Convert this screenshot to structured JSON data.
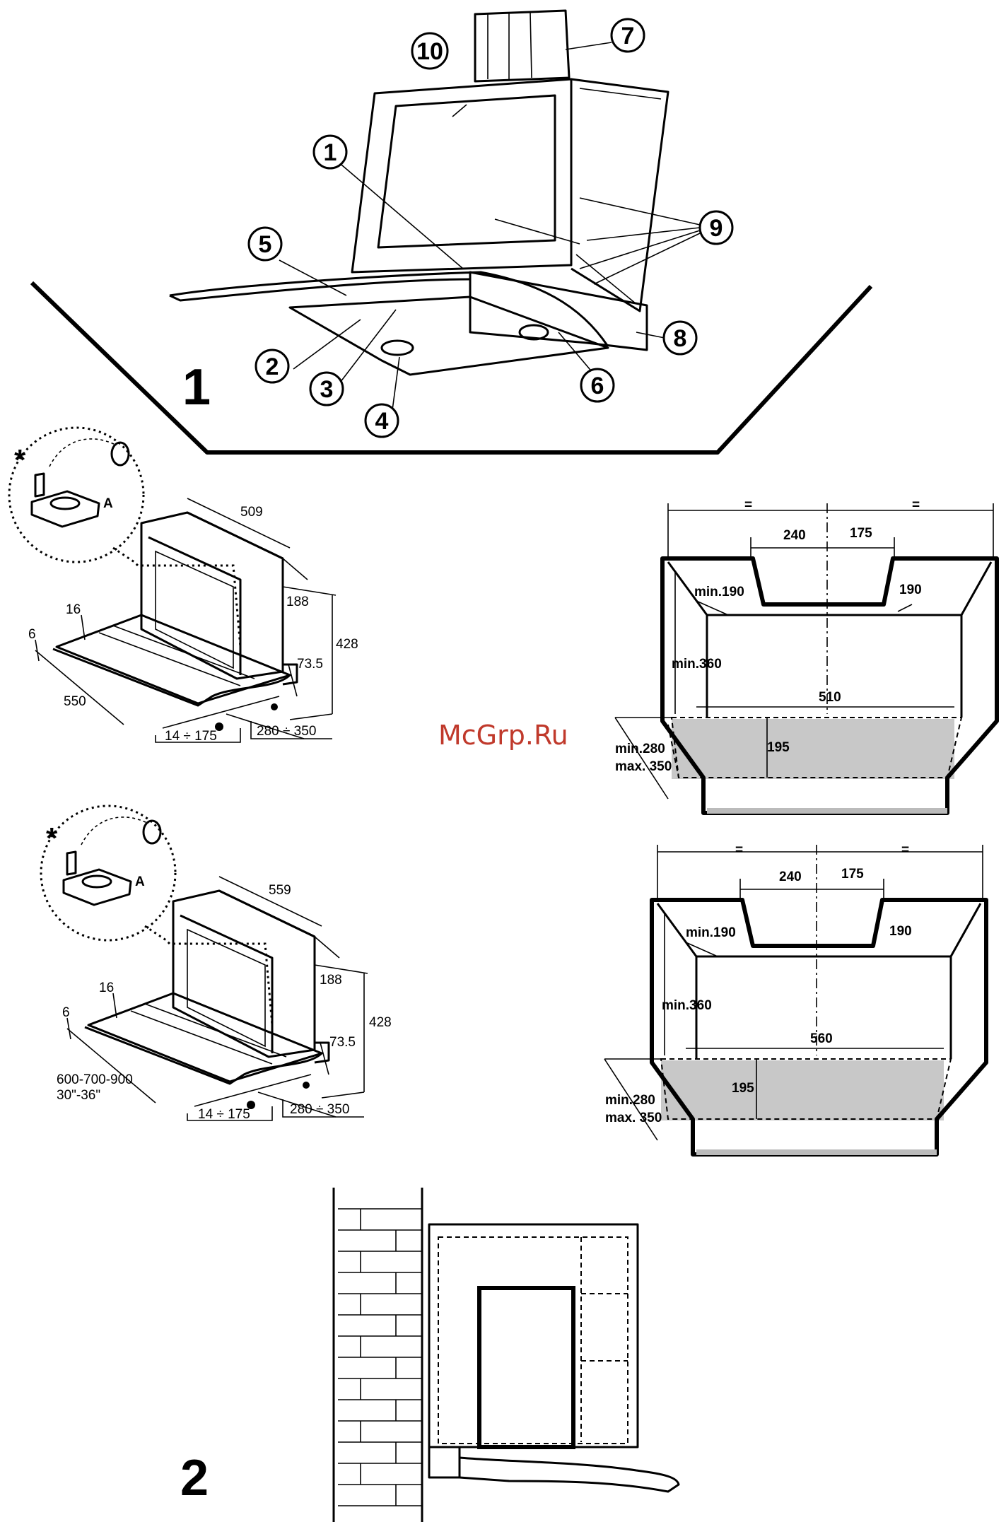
{
  "watermark": "McGrp.Ru",
  "figure1": {
    "label": "1",
    "callouts": [
      "1",
      "2",
      "3",
      "4",
      "5",
      "6",
      "7",
      "8",
      "9",
      "10"
    ]
  },
  "figure2": {
    "label": "2"
  },
  "iso_top": {
    "detail_star": "*",
    "detail_letter": "A",
    "width": "509",
    "depth": "188",
    "height": "428",
    "lip": "16",
    "edge": "6",
    "front": "550",
    "base_h": "73.5",
    "range1": "14 ÷ 175",
    "range2": "280 ÷ 350"
  },
  "iso_bottom": {
    "detail_star": "*",
    "detail_letter": "A",
    "width": "559",
    "depth": "188",
    "height": "428",
    "lip": "16",
    "edge": "6",
    "front_line1": "600-700-900",
    "front_line2": "30\"-36\"",
    "base_h": "73.5",
    "range1": "14 ÷ 175",
    "range2": "280 ÷ 350"
  },
  "plan_top": {
    "eq_left": "=",
    "eq_right": "=",
    "d240": "240",
    "d175": "175",
    "min190": "min.190",
    "d190": "190",
    "min360": "min.360",
    "width": "510",
    "d195": "195",
    "min280": "min.280",
    "max350": "max. 350"
  },
  "plan_bottom": {
    "eq_left": "=",
    "eq_right": "=",
    "d240": "240",
    "d175": "175",
    "min190": "min.190",
    "d190": "190",
    "min360": "min.360",
    "width": "560",
    "d195": "195",
    "min280": "min.280",
    "max350": "max. 350"
  }
}
